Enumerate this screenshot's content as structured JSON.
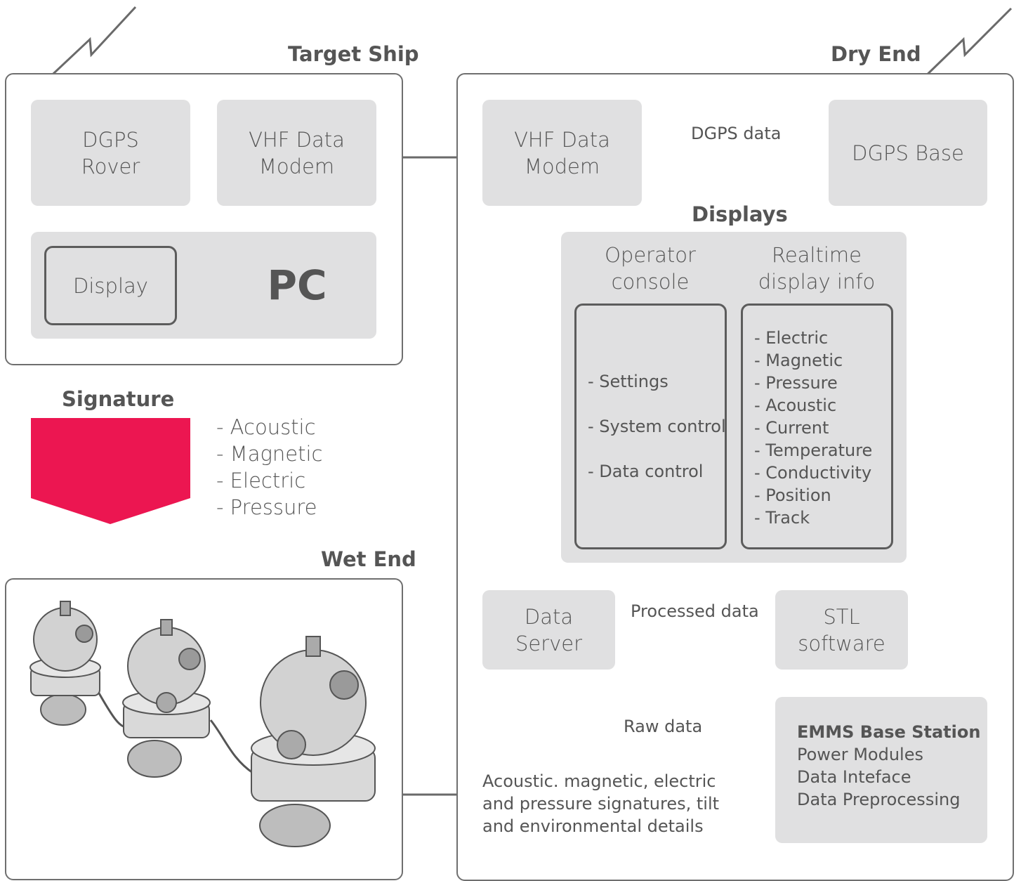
{
  "target_ship": {
    "title": "Target Ship",
    "dgps_rover": "DGPS\nRover",
    "vhf_modem": "VHF Data\nModem",
    "display": "Display",
    "pc": "PC"
  },
  "dry_end": {
    "title": "Dry End",
    "vhf_modem": "VHF Data\nModem",
    "dgps_base": "DGPS Base",
    "dgps_data_label": "DGPS data",
    "displays": {
      "title": "Displays",
      "operator_console": "Operator\nconsole",
      "operator_items": [
        "- Settings",
        "- System control",
        "- Data control"
      ],
      "realtime_title": "Realtime\ndisplay info",
      "realtime_items": [
        "- Electric",
        "- Magnetic",
        "- Pressure",
        "- Acoustic",
        "- Current",
        "- Temperature",
        "- Conductivity",
        "- Position",
        "- Track"
      ]
    },
    "data_server": "Data\nServer",
    "processed_data_label": "Processed data",
    "stl_software": "STL\nsoftware",
    "raw_data_label": "Raw data",
    "emms": {
      "title": "EMMS Base Station",
      "lines": [
        "Power Modules",
        "Data Inteface",
        "Data Preprocessing"
      ]
    }
  },
  "signature": {
    "title": "Signature",
    "items": [
      "- Acoustic",
      "- Magnetic",
      "- Electric",
      "- Pressure"
    ],
    "color": "#ec1651"
  },
  "wet_end": {
    "title": "Wet End",
    "link_label_lines": [
      "Acoustic. magnetic, electric",
      "and pressure signatures, tilt",
      "and environmental details"
    ]
  }
}
